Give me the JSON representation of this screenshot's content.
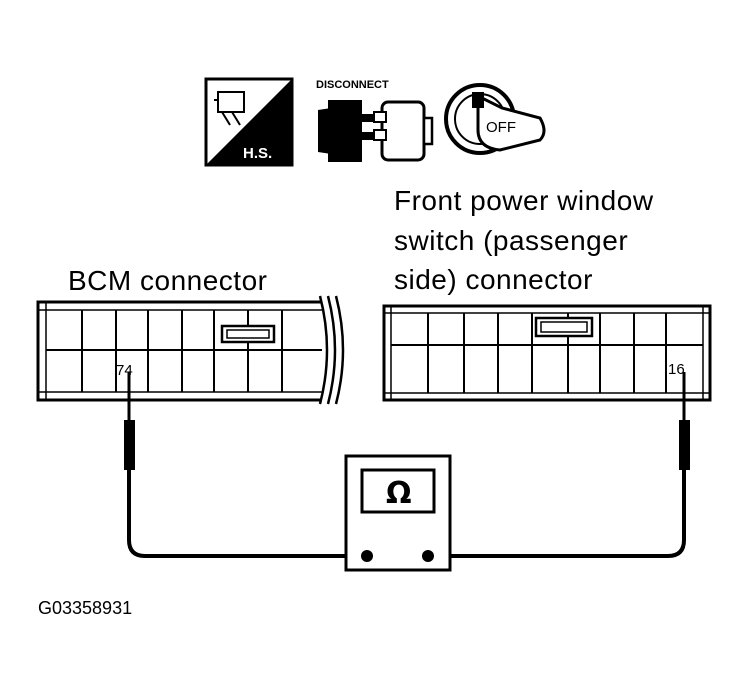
{
  "icons": {
    "hs_label": "H.S.",
    "disconnect_label": "DISCONNECT",
    "ignition_label": "OFF"
  },
  "left_connector": {
    "title": "BCM connector",
    "pin": "74"
  },
  "right_connector": {
    "title_lines": [
      "Front power window",
      "switch (passenger",
      "side) connector"
    ],
    "pin": "16"
  },
  "meter": {
    "symbol": "Ω"
  },
  "figure_id": "G03358931"
}
